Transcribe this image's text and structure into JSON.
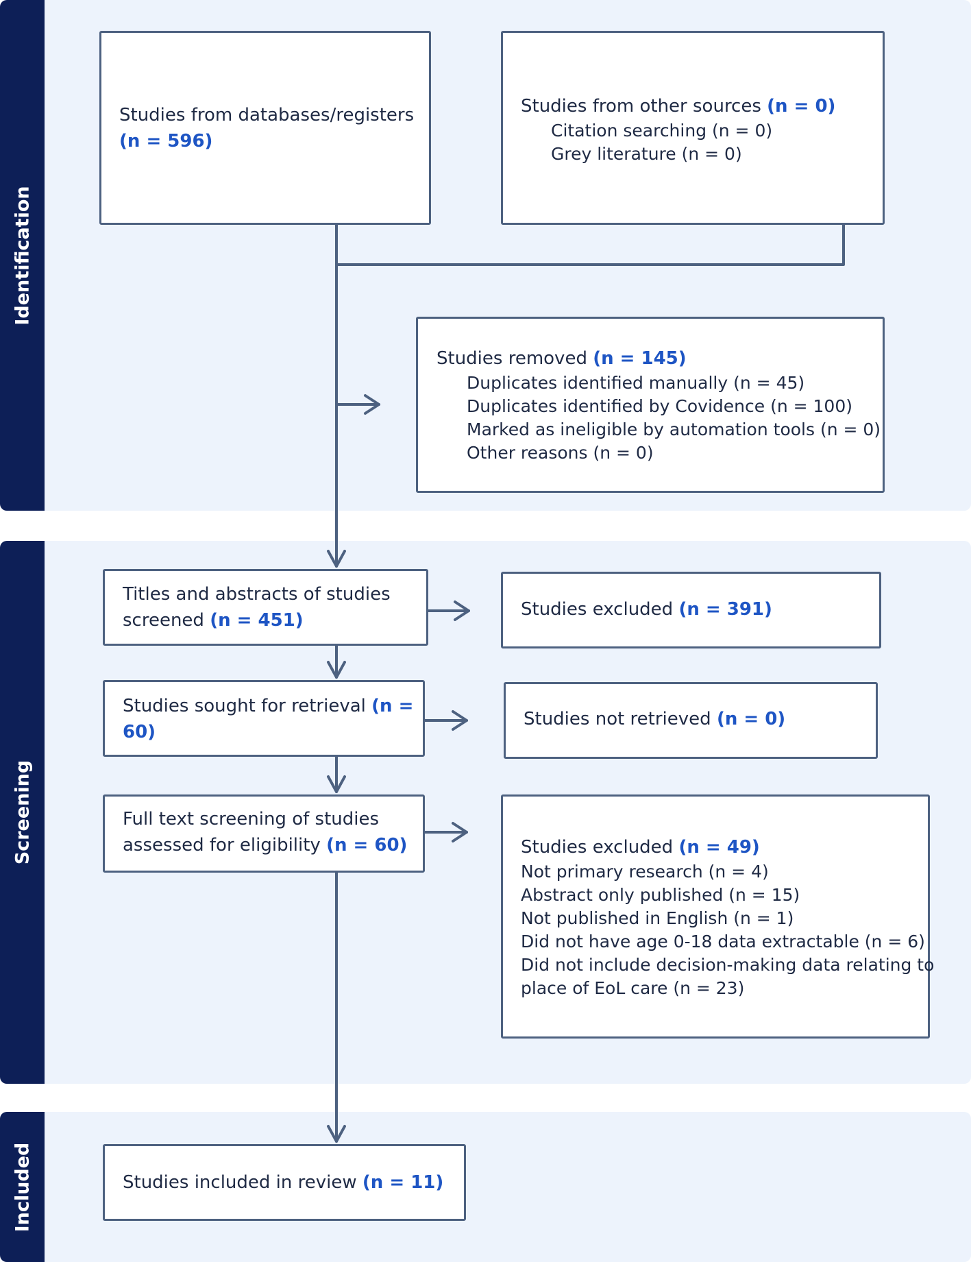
{
  "stages": {
    "identification": "Identification",
    "screening": "Screening",
    "included": "Included"
  },
  "boxes": {
    "databases": {
      "label": "Studies from databases/registers",
      "count": "(n = 596)"
    },
    "other_sources": {
      "label": "Studies from other sources",
      "count": "(n = 0)",
      "items": [
        "Citation searching (n = 0)",
        "Grey literature (n = 0)"
      ]
    },
    "removed": {
      "label": "Studies removed",
      "count": "(n = 145)",
      "items": [
        "Duplicates identified manually (n = 45)",
        "Duplicates identified by Covidence (n = 100)",
        "Marked as ineligible by automation tools (n = 0)",
        "Other reasons (n = 0)"
      ]
    },
    "titles_screened": {
      "line1": "Titles and abstracts of studies",
      "line2": "screened",
      "count": "(n = 451)"
    },
    "excluded_1": {
      "label": "Studies excluded",
      "count": "(n = 391)"
    },
    "sought": {
      "line1": "Studies sought for retrieval",
      "count_a": "(n =",
      "count_b": "60)"
    },
    "not_retrieved": {
      "label": "Studies not retrieved",
      "count": "(n = 0)"
    },
    "full_text": {
      "line1": "Full text screening of studies",
      "line2": "assessed for eligibility",
      "count": "(n = 60)"
    },
    "excluded_2": {
      "label": "Studies excluded",
      "count": "(n = 49)",
      "items": [
        "Not primary research (n = 4)",
        "Abstract only published (n = 15)",
        "Not published in English (n = 1)",
        "Did not have age 0-18 data extractable (n = 6)",
        "Did not include decision-making data relating to",
        "place of EoL care (n = 23)"
      ]
    },
    "included": {
      "label": "Studies included in review",
      "count": "(n = 11)"
    }
  },
  "colors": {
    "sidebar": "#0d1f57",
    "band": "#edf3fc",
    "line": "#4d6180",
    "count": "#1e55c4"
  }
}
